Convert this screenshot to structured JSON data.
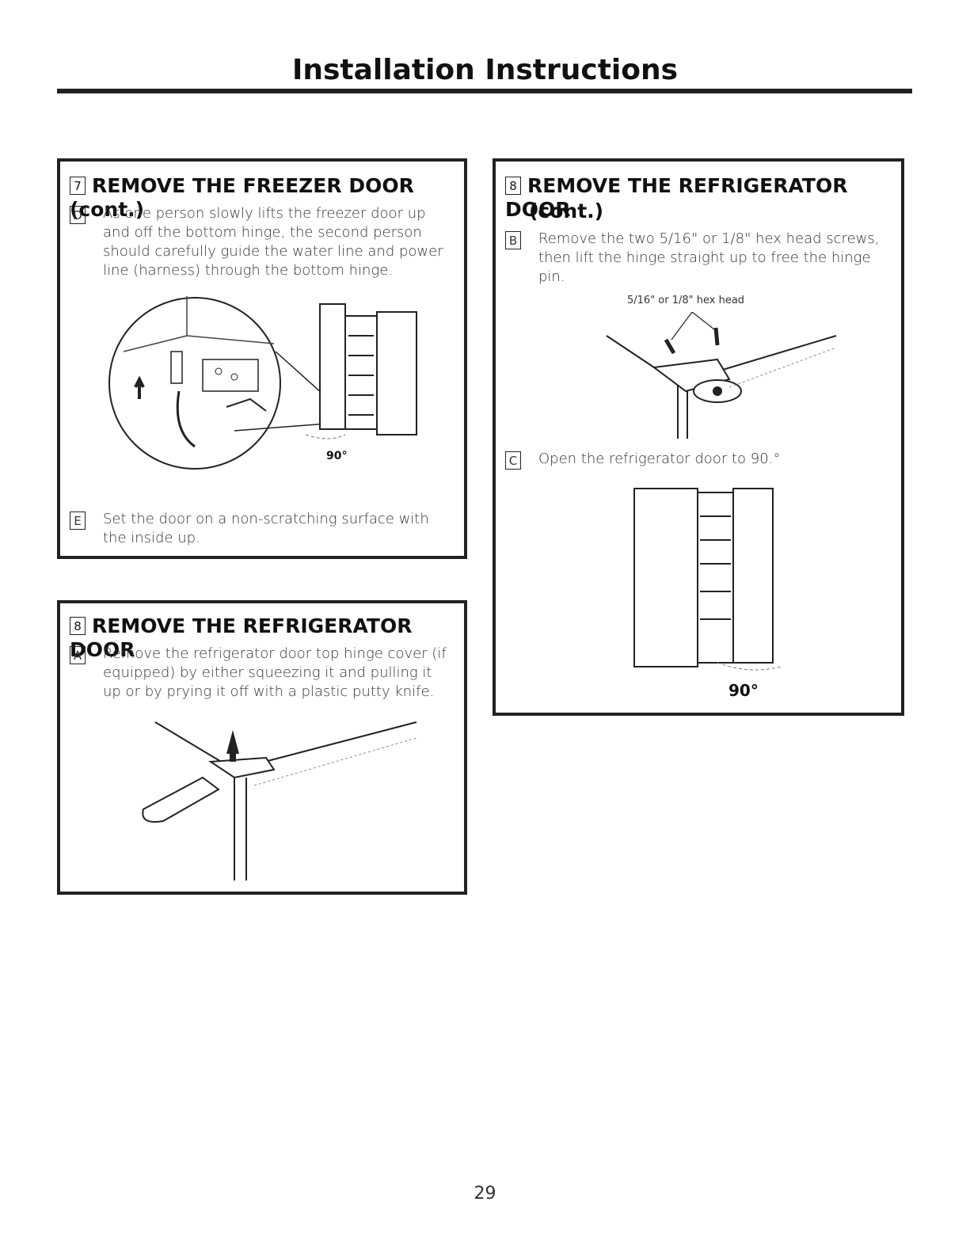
{
  "header": {
    "title": "Installation Instructions"
  },
  "freezer_door": {
    "badge": "7",
    "title": "REMOVE THE FREEZER DOOR (cont.)",
    "step_d": {
      "badge": "D",
      "text": "As one person slowly lifts the freezer door up and off the bottom hinge, the second person should carefully guide the water line and power line (harness) through the bottom hinge."
    },
    "angle_label": "90°",
    "step_e": {
      "badge": "E",
      "text": "Set the door on a non-scratching surface with the inside up."
    }
  },
  "fridge_door": {
    "badge": "8",
    "title": "REMOVE THE REFRIGERATOR DOOR",
    "step_a": {
      "badge": "A",
      "text": "Remove the refrigerator door top hinge cover (if equipped) by either squeezing it and pulling it up or by prying it off with a plastic putty knife."
    }
  },
  "fridge_door_cont": {
    "badge": "8",
    "title_line1": "REMOVE THE REFRIGERATOR DOOR",
    "title_line2": "(cont.)",
    "step_b": {
      "badge": "B",
      "text": "Remove the two 5/16\" or 1/8\" hex head screws, then lift the hinge straight up to free the hinge pin."
    },
    "screw_label": "5/16\" or 1/8\" hex head",
    "step_c": {
      "badge": "C",
      "text": "Open the refrigerator door to 90.°"
    },
    "angle_label": "90°"
  },
  "footer": {
    "page_number": "29"
  }
}
